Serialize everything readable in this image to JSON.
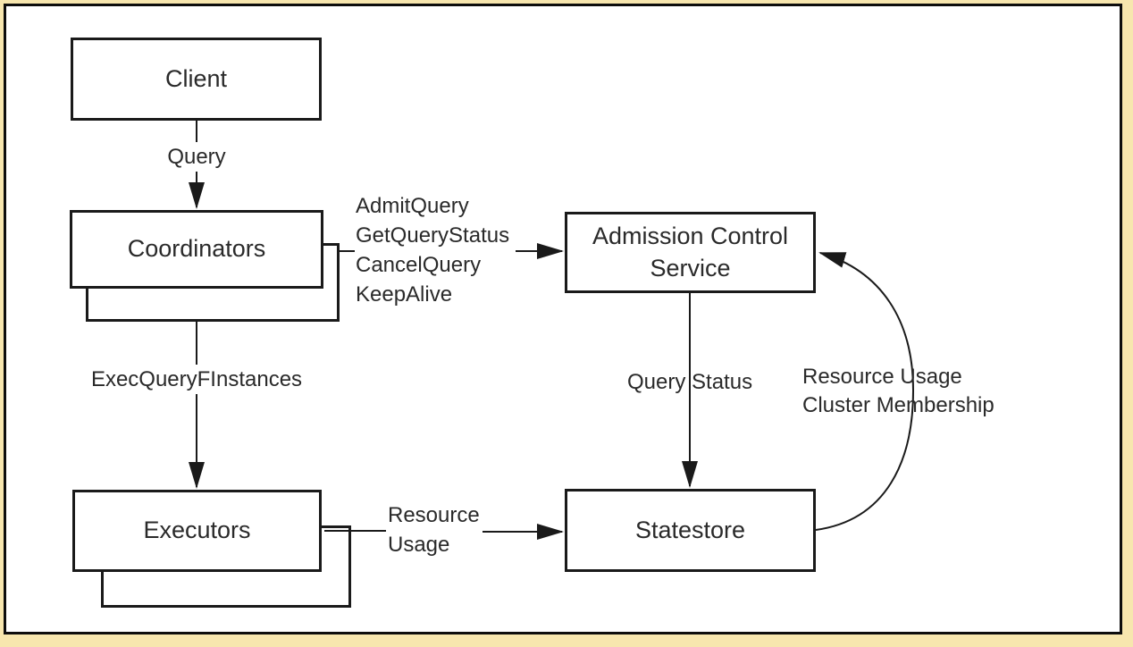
{
  "diagram": {
    "nodes": {
      "client": {
        "label": "Client"
      },
      "coordinators": {
        "label": "Coordinators"
      },
      "executors": {
        "label": "Executors"
      },
      "admission_control_service": {
        "label_lines": [
          "Admission Control",
          "Service"
        ]
      },
      "statestore": {
        "label": "Statestore"
      }
    },
    "edges": {
      "client_to_coordinators": {
        "label": "Query"
      },
      "coordinators_to_admission_control": {
        "labels": [
          "AdmitQuery",
          "GetQueryStatus",
          "CancelQuery",
          "KeepAlive"
        ]
      },
      "coordinators_to_executors": {
        "label": "ExecQueryFInstances"
      },
      "executors_to_statestore": {
        "label_lines": [
          "Resource",
          "Usage"
        ]
      },
      "admission_control_to_statestore": {
        "label": "Query Status"
      },
      "statestore_to_admission_control": {
        "label_lines": [
          "Resource Usage",
          "Cluster Membership"
        ]
      }
    },
    "colors": {
      "page_background": "#f7e6ae",
      "panel_background": "#ffffff",
      "stroke": "#1a1a1a",
      "text": "#2a2a2a"
    }
  }
}
